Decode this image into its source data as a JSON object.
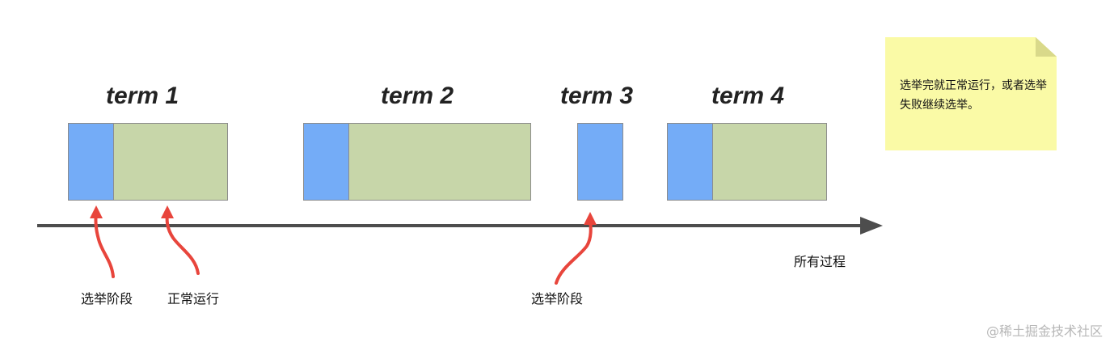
{
  "terms": [
    {
      "label": "term 1",
      "election": 1,
      "normal": 2.5
    },
    {
      "label": "term 2",
      "election": 1,
      "normal": 4
    },
    {
      "label": "term 3",
      "election": 1,
      "normal": 0
    },
    {
      "label": "term 4",
      "election": 1,
      "normal": 2.5
    }
  ],
  "annotations": {
    "election_phase_1": "选举阶段",
    "normal_operation": "正常运行",
    "election_phase_3": "选举阶段"
  },
  "timeline": {
    "label": "所有过程"
  },
  "note": {
    "text": "选举完就正常运行，或者选举失败继续选举。"
  },
  "colors": {
    "election": "#74acf7",
    "normal": "#c7d6a9",
    "arrow": "#e8453c",
    "timeline": "#4d4d4d",
    "note": "#fafaa6"
  },
  "watermark": "@稀土掘金技术社区"
}
